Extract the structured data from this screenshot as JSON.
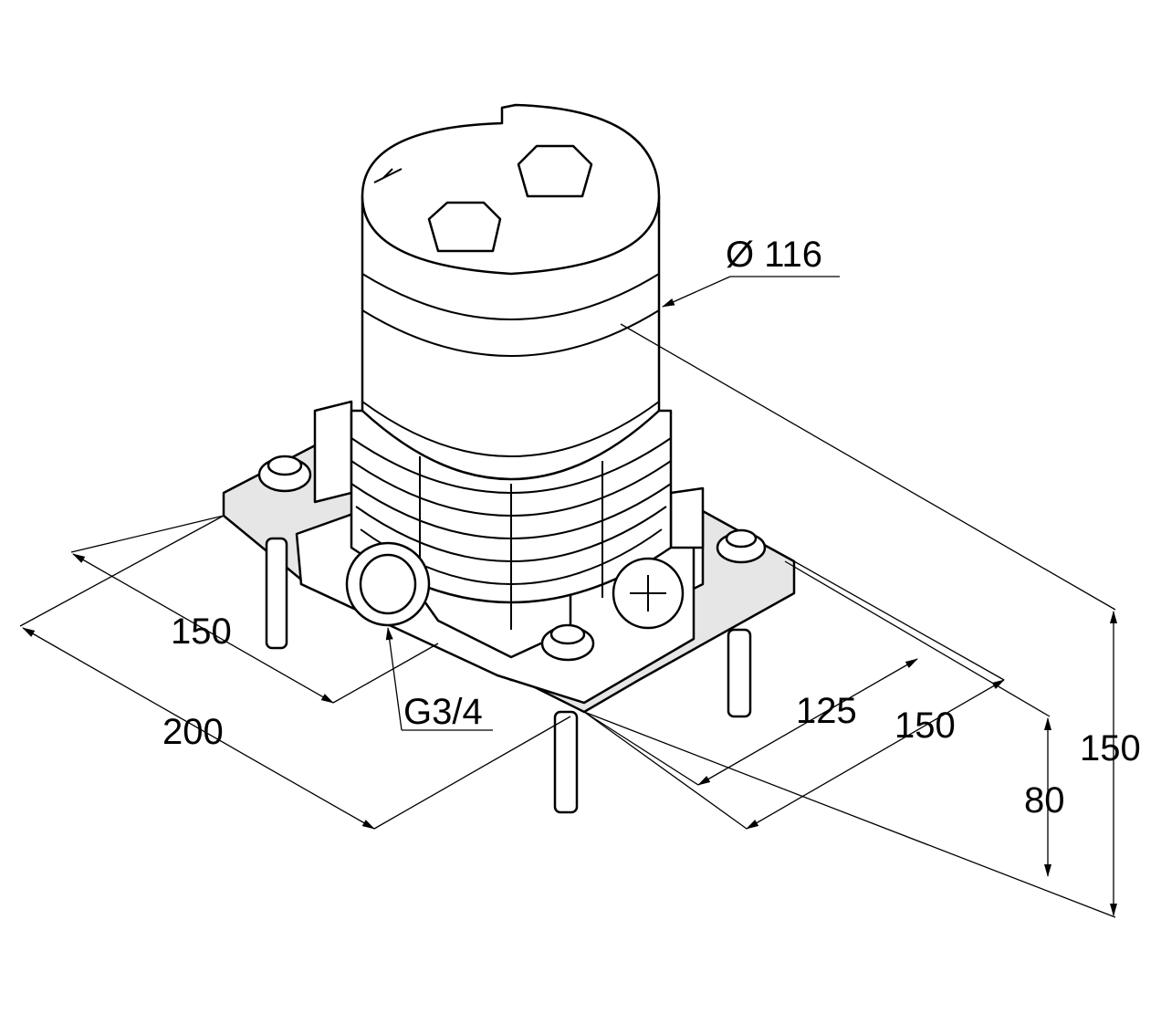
{
  "drawing": {
    "dimensions": {
      "diameter": "Ø 116",
      "base_depth": "150",
      "base_width": "200",
      "connection_thread": "G3/4",
      "mount_spacing": "125",
      "mount_width": "150",
      "min_install_height": "80",
      "max_install_height": "150"
    }
  }
}
